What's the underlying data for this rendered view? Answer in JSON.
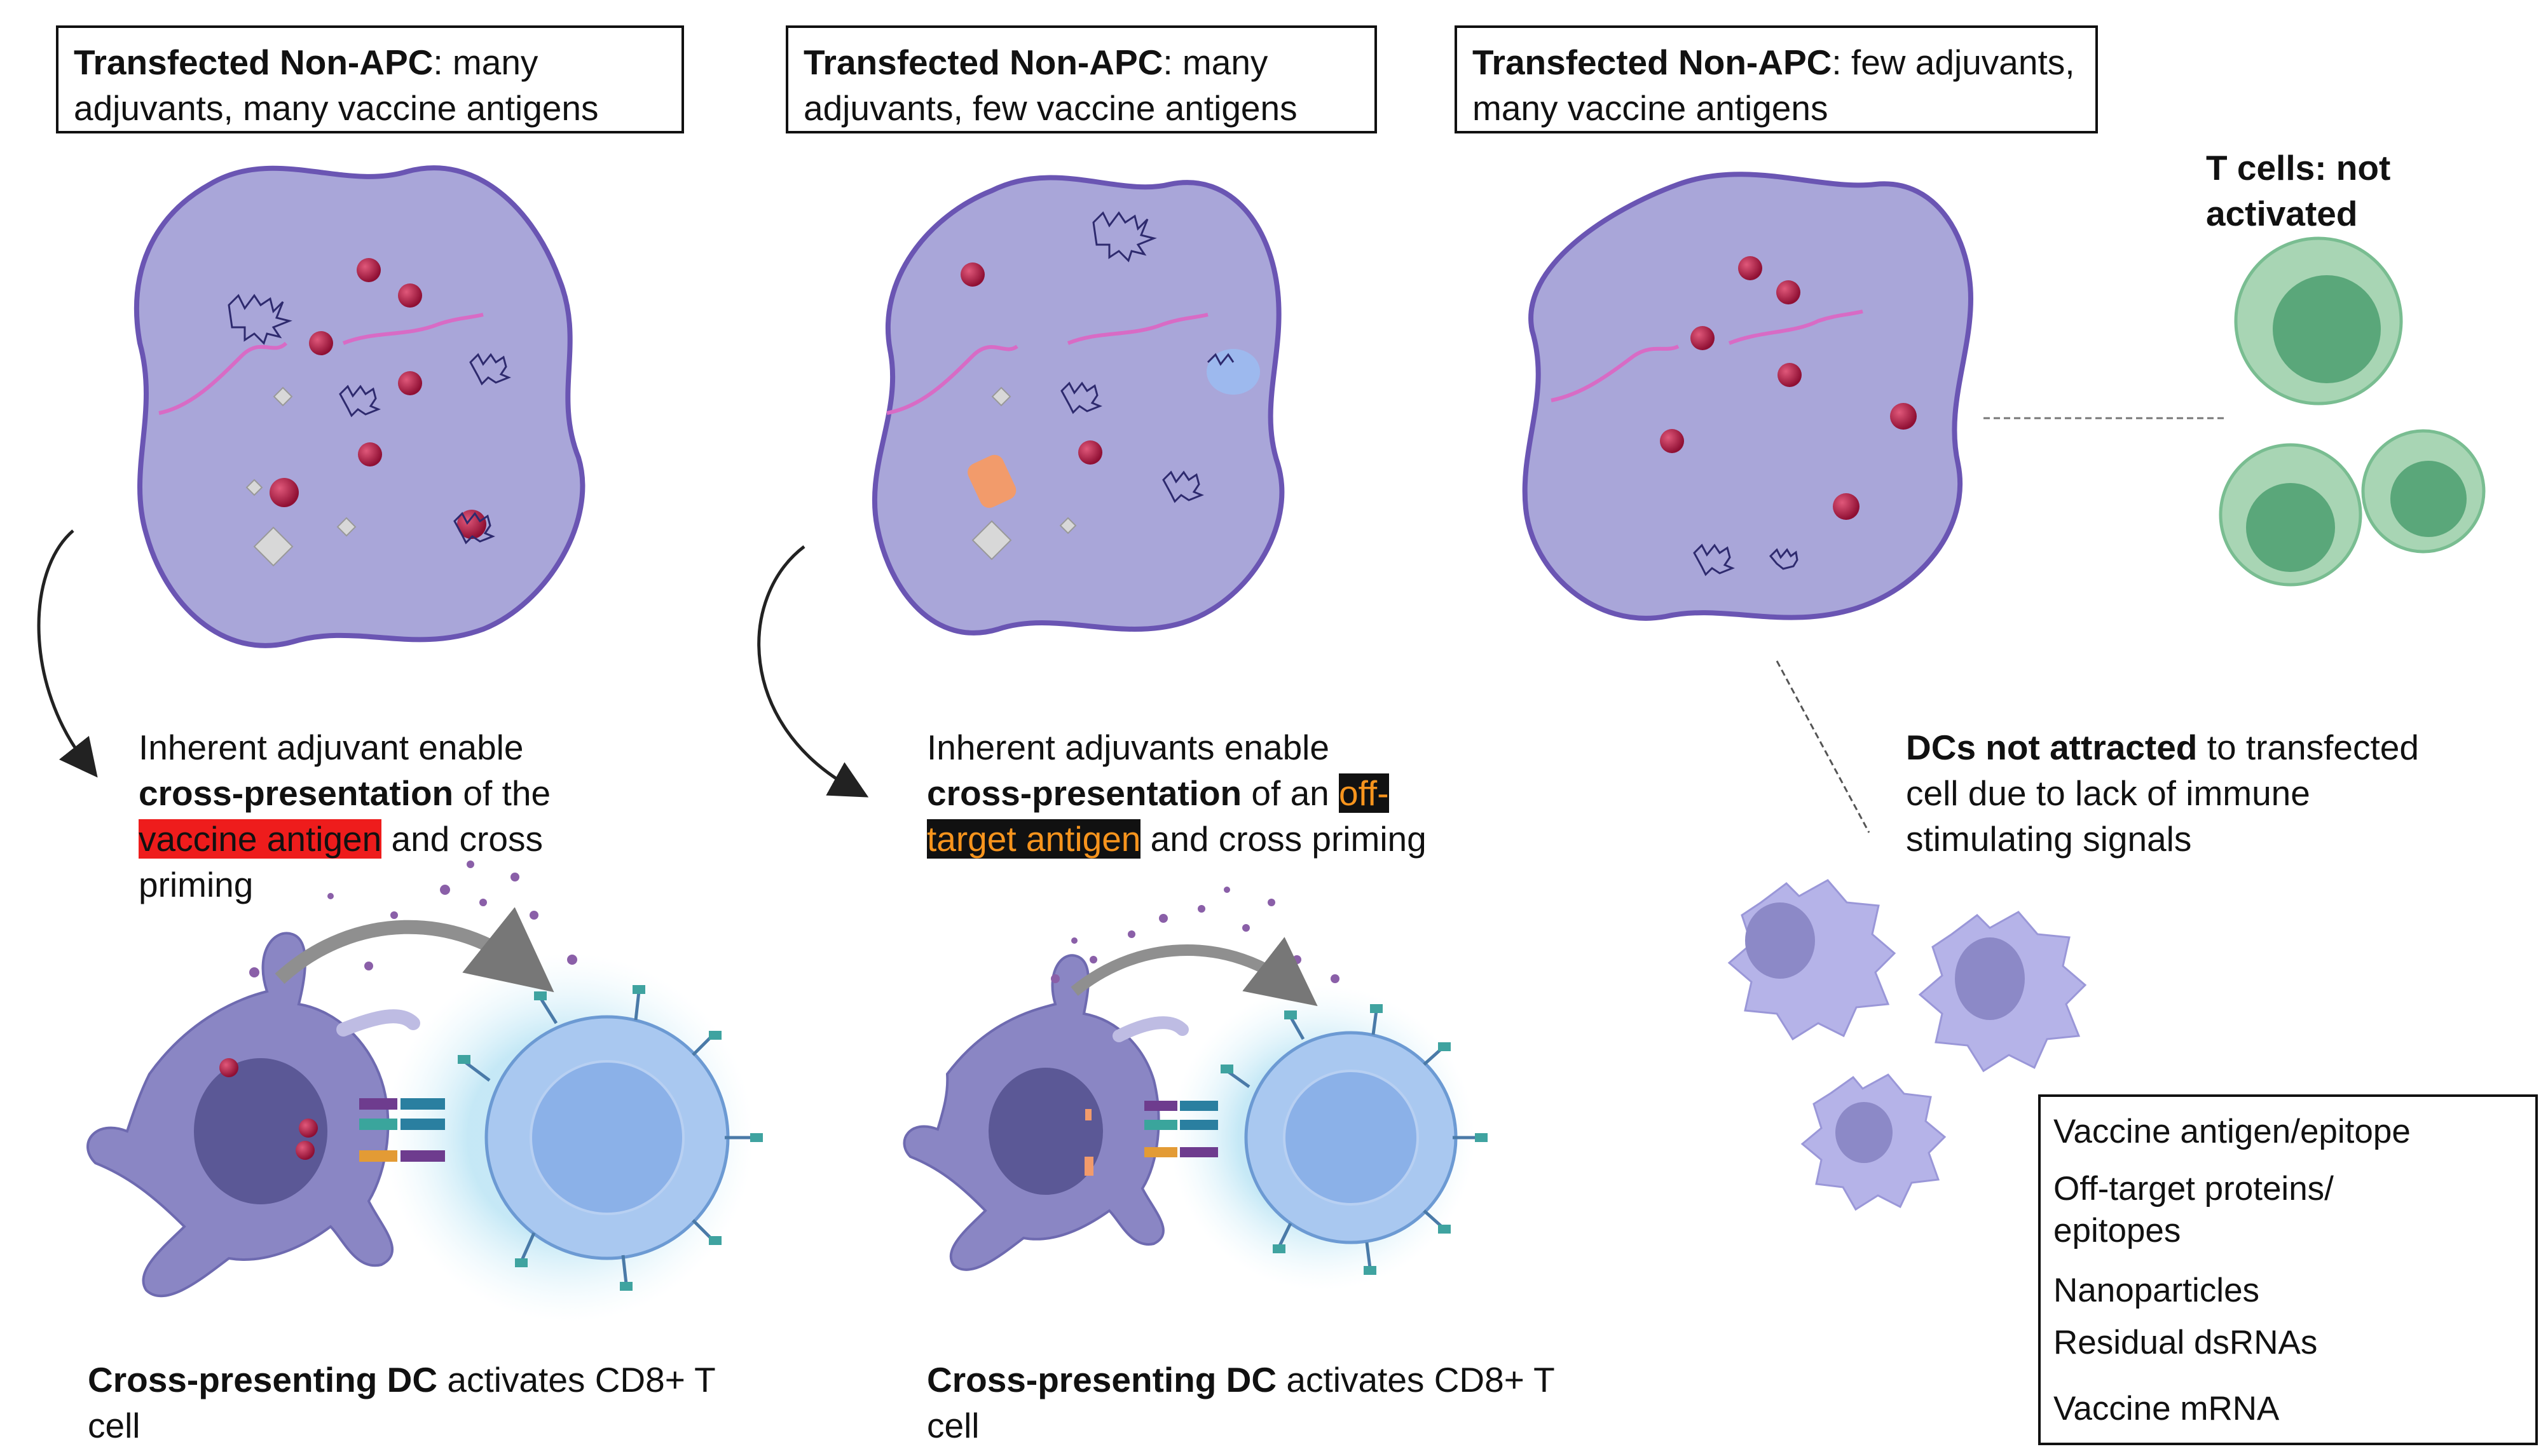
{
  "panels": [
    {
      "title_bold": "Transfected Non-APC",
      "title_rest": ": many adjuvants, many vaccine antigens"
    },
    {
      "title_bold": "Transfected Non-APC",
      "title_rest": ": many adjuvants, few vaccine antigens"
    },
    {
      "title_bold": "Transfected Non-APC",
      "title_rest": ": few adjuvants, many vaccine antigens"
    }
  ],
  "captions": {
    "p1_line1": "Inherent adjuvant enable",
    "p1_bold": "cross-presentation",
    "p1_mid": " of the",
    "p1_highlight": "vaccine antigen",
    "p1_end": " and cross",
    "p1_last": "priming",
    "p2_line1": "Inherent adjuvants enable",
    "p2_bold": "cross-presentation",
    "p2_mid": " of an ",
    "p2_highlight_a": "off-",
    "p2_highlight_b": "target antigen",
    "p2_end": " and cross priming",
    "p3_bold": "DCs not attracted",
    "p3_rest1": " to transfected",
    "p3_line2": "cell due to lack of immune",
    "p3_line3": "stimulating signals",
    "tcells_line1": "T cells: not",
    "tcells_line2": "activated",
    "bottom1_bold": "Cross-presenting DC",
    "bottom1_rest": " activates CD8+ T",
    "bottom1_last": "cell",
    "bottom2_bold": "Cross-presenting DC",
    "bottom2_rest": " activates CD8+ T",
    "bottom2_last": "cell"
  },
  "legend": {
    "items": [
      {
        "label": "Vaccine antigen/epitope",
        "icon": "vaccine-antigen-icon"
      },
      {
        "label_line1": "Off-target proteins/",
        "label_line2": "epitopes",
        "icon": "off-target-protein-icon"
      },
      {
        "label": "Nanoparticles",
        "icon": "nanoparticle-icon"
      },
      {
        "label": "Residual dsRNAs",
        "icon": "dsrna-icon"
      },
      {
        "label": "Vaccine mRNA",
        "icon": "mrna-icon"
      }
    ]
  },
  "colors": {
    "cell_fill": "#a9a6d9",
    "cell_stroke": "#6a55b3",
    "antigen": "#a3173d",
    "mrna": "#d86bc5",
    "off_target": "#f29b6b",
    "off_target_blue": "#9db9ee",
    "tcell_green": "#a8d5b4",
    "tcell_nucleus": "#5aa77a",
    "highlight_red": "#ee1c1c",
    "highlight_orange_text": "#f7941d"
  }
}
